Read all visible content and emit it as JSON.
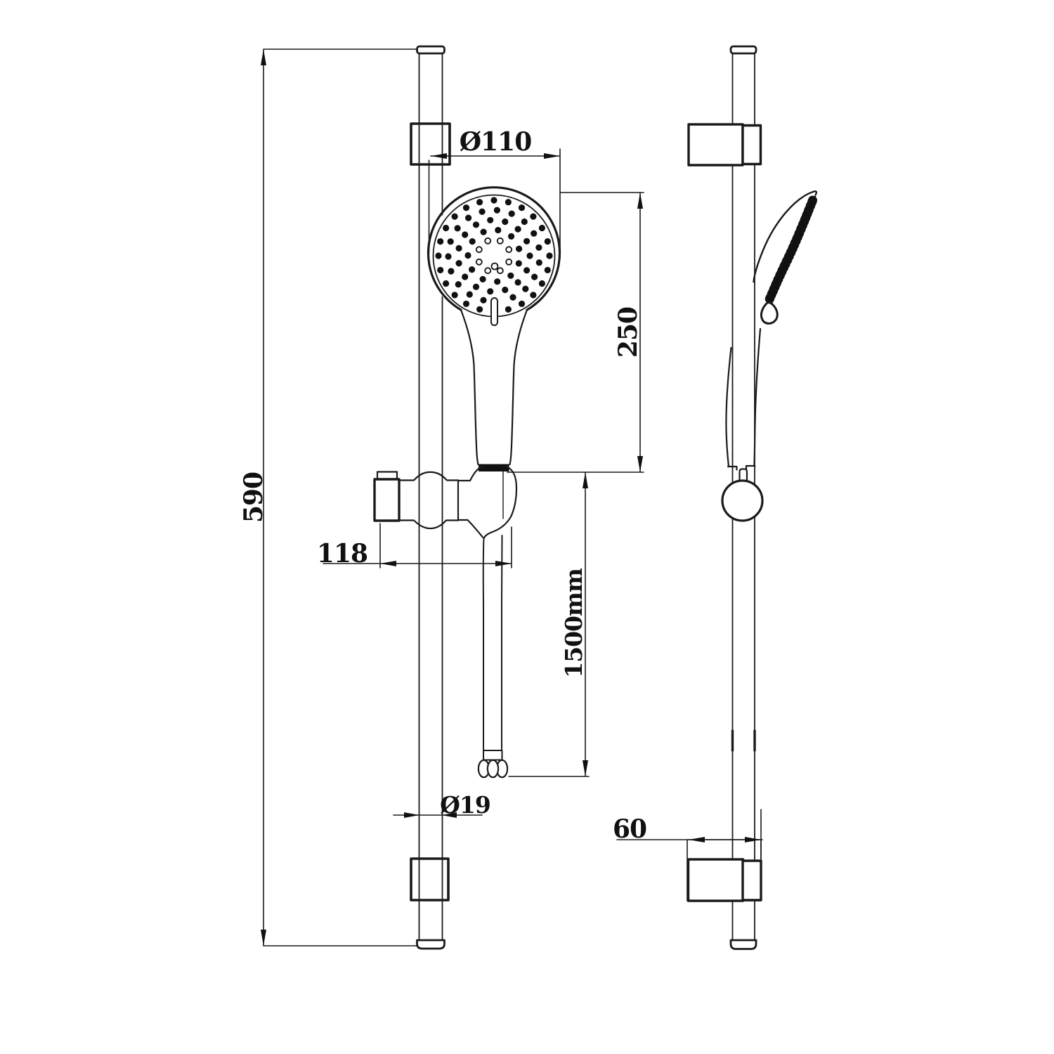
{
  "dimensions": {
    "head_diameter": "Ø110",
    "head_assembly_height": "250",
    "rail_length": "590",
    "holder_width": "118",
    "hose_length": "1500mm",
    "rail_diameter": "Ø19",
    "bracket_depth": "60"
  },
  "colors": {
    "line": "#1a1a1a",
    "background": "#ffffff"
  }
}
